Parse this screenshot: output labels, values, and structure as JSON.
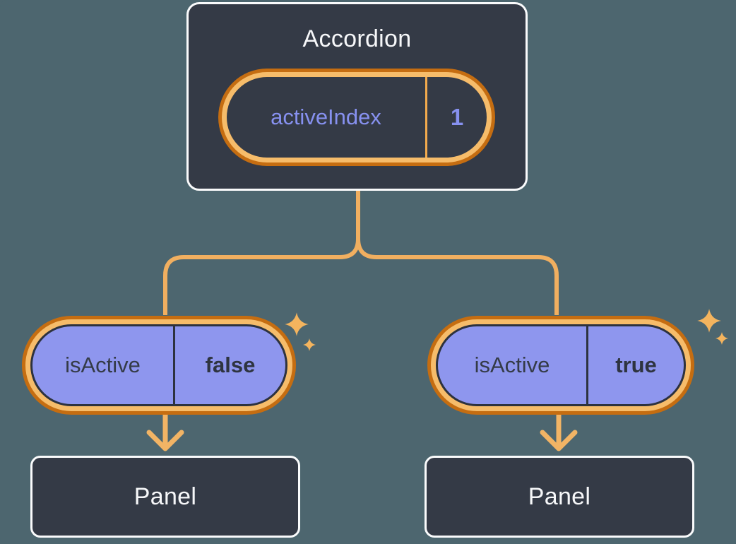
{
  "diagram": {
    "root": {
      "label": "Accordion",
      "state_pill": {
        "name": "activeIndex",
        "value": "1"
      }
    },
    "children": [
      {
        "prop_pill": {
          "name": "isActive",
          "value": "false"
        },
        "panel_label": "Panel"
      },
      {
        "prop_pill": {
          "name": "isActive",
          "value": "true"
        },
        "panel_label": "Panel"
      }
    ],
    "colors": {
      "background": "#4D666F",
      "node_fill": "#343A46",
      "node_border": "#FAFBFC",
      "node_text": "#F6F7F9",
      "state_text": "#8791F0",
      "pill_fill": "#8E96EE",
      "pill_text": "#343B47",
      "pill_outline": "#2D323E",
      "ring_inner": "#F6BC6A",
      "ring_outer": "#C56D11",
      "state_divider": "#F3AA4D",
      "connector": "#F1AF60",
      "sparkle": "#F4B45E"
    }
  }
}
